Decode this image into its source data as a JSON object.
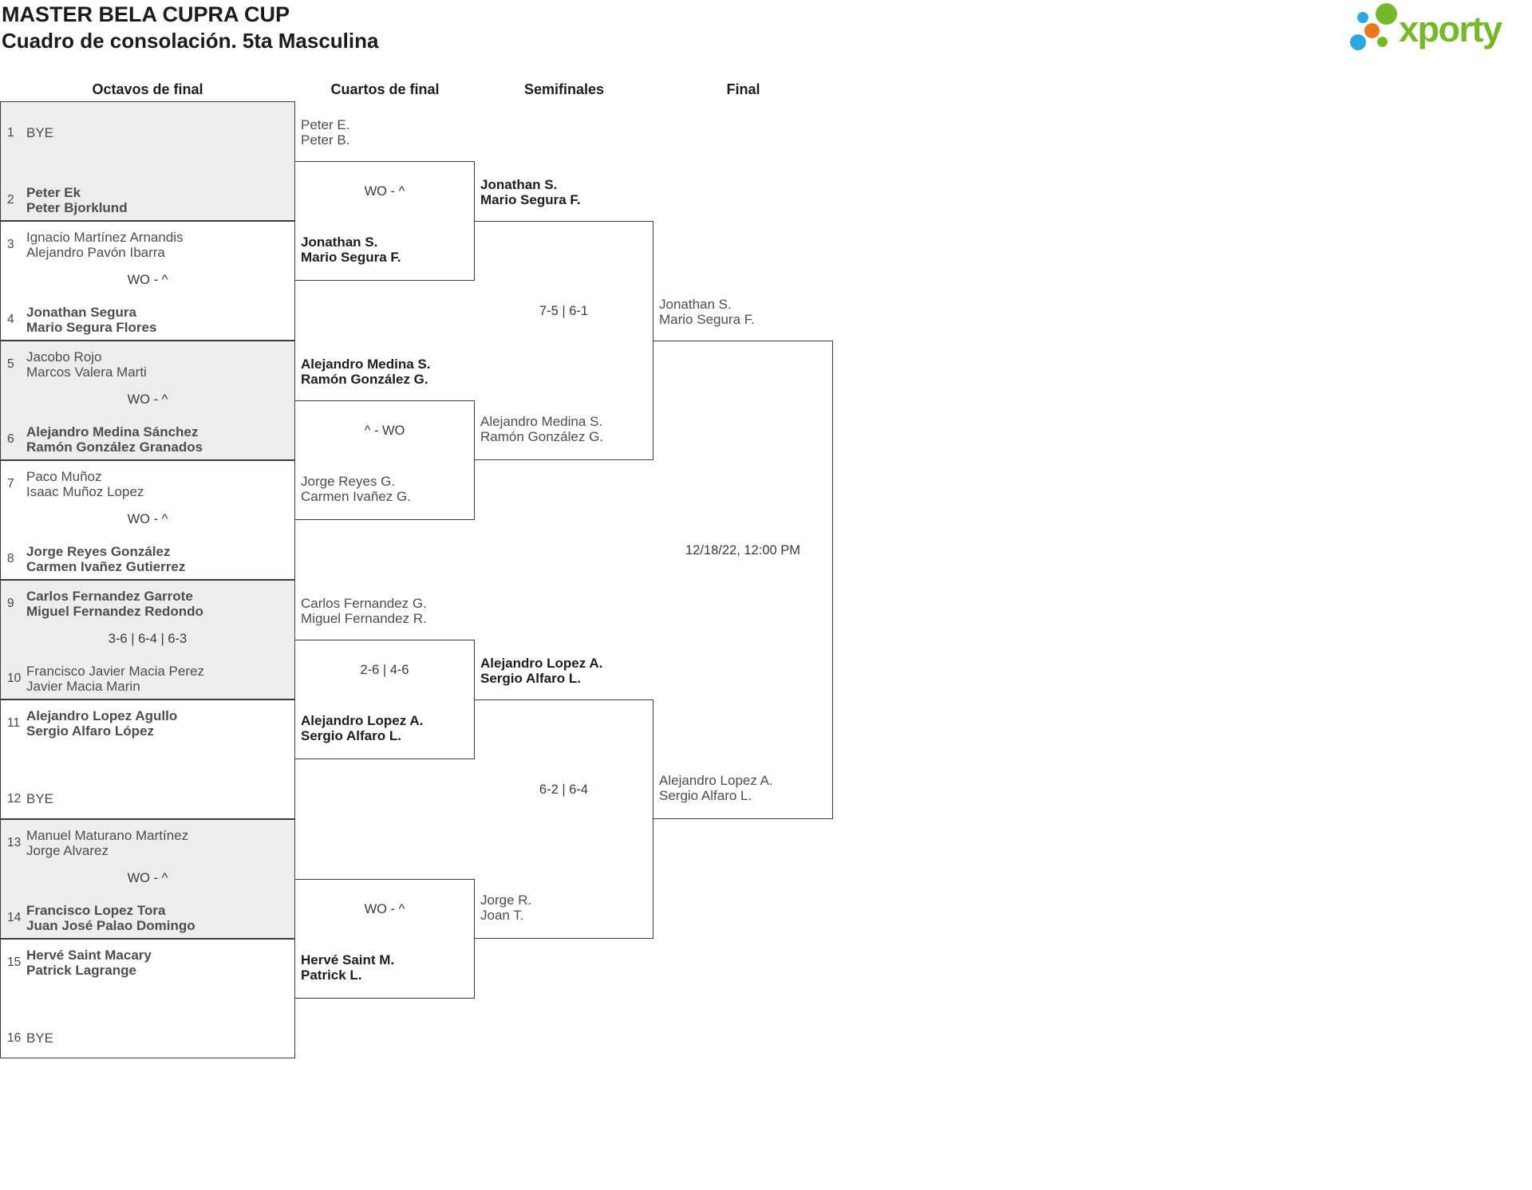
{
  "header": {
    "title": "MASTER BELA CUPRA CUP",
    "subtitle": "Cuadro de consolación. 5ta Masculina"
  },
  "logo": {
    "brand": "xporty",
    "colors": {
      "green": "#76b82a",
      "blue": "#2ba9e0",
      "orange": "#e8791d"
    }
  },
  "round_headers": [
    "Octavos de final",
    "Cuartos de final",
    "Semifinales",
    "Final"
  ],
  "round1": {
    "matches": [
      {
        "top": {
          "num": "1",
          "lines": [
            "BYE",
            ""
          ]
        },
        "score": "",
        "bottom": {
          "num": "2",
          "lines": [
            "Peter Ek",
            "Peter Bjorklund"
          ]
        }
      },
      {
        "top": {
          "num": "3",
          "lines": [
            "Ignacio Martínez Arnandis",
            "Alejandro Pavón Ibarra"
          ]
        },
        "score": "WO - ^",
        "bottom": {
          "num": "4",
          "lines": [
            "Jonathan Segura",
            "Mario Segura Flores"
          ]
        }
      },
      {
        "top": {
          "num": "5",
          "lines": [
            "Jacobo Rojo",
            "Marcos Valera Marti"
          ]
        },
        "score": "WO - ^",
        "bottom": {
          "num": "6",
          "lines": [
            "Alejandro Medina Sánchez",
            "Ramón González Granados"
          ]
        }
      },
      {
        "top": {
          "num": "7",
          "lines": [
            "Paco Muñoz",
            "Isaac Muñoz Lopez"
          ]
        },
        "score": "WO - ^",
        "bottom": {
          "num": "8",
          "lines": [
            "Jorge Reyes González",
            "Carmen Ivañez Gutierrez"
          ]
        }
      },
      {
        "top": {
          "num": "9",
          "lines": [
            "Carlos Fernandez Garrote",
            "Miguel Fernandez Redondo"
          ]
        },
        "score": "3-6 | 6-4 | 6-3",
        "bottom": {
          "num": "10",
          "lines": [
            "Francisco Javier Macia Perez",
            "Javier Macia Marin"
          ]
        }
      },
      {
        "top": {
          "num": "11",
          "lines": [
            "Alejandro Lopez Agullo",
            "Sergio Alfaro López"
          ]
        },
        "score": "",
        "bottom": {
          "num": "12",
          "lines": [
            "BYE",
            ""
          ]
        }
      },
      {
        "top": {
          "num": "13",
          "lines": [
            "Manuel Maturano Martínez",
            "Jorge Alvarez"
          ]
        },
        "score": "WO - ^",
        "bottom": {
          "num": "14",
          "lines": [
            "Francisco Lopez Tora",
            "Juan José Palao Domingo"
          ]
        }
      },
      {
        "top": {
          "num": "15",
          "lines": [
            "Hervé Saint Macary",
            "Patrick Lagrange"
          ]
        },
        "score": "",
        "bottom": {
          "num": "16",
          "lines": [
            "BYE",
            ""
          ]
        }
      }
    ]
  },
  "round2": [
    {
      "top": [
        "Peter E.",
        "Peter B."
      ],
      "score": "WO - ^",
      "bottom": [
        "Jonathan S.",
        "Mario Segura F."
      ]
    },
    {
      "top": [
        "Alejandro Medina S.",
        "Ramón González G."
      ],
      "score": "^ - WO",
      "bottom": [
        "Jorge Reyes G.",
        "Carmen Ivañez G."
      ]
    },
    {
      "top": [
        "Carlos Fernandez G.",
        "Miguel Fernandez R."
      ],
      "score": "2-6 | 4-6",
      "bottom": [
        "Alejandro Lopez A.",
        "Sergio Alfaro L."
      ]
    },
    {
      "top": [
        "",
        ""
      ],
      "score": "WO - ^",
      "bottom": [
        "Hervé Saint M.",
        "Patrick L."
      ]
    }
  ],
  "semifinals": [
    {
      "top": [
        "Jonathan S.",
        "Mario Segura F."
      ],
      "score": "7-5 | 6-1",
      "bottom": [
        "Alejandro Medina S.",
        "Ramón González G."
      ]
    },
    {
      "top": [
        "Alejandro Lopez A.",
        "Sergio Alfaro L."
      ],
      "score": "6-2 | 6-4",
      "bottom": [
        "Jorge R.",
        "Joan T."
      ]
    }
  ],
  "final": {
    "top": [
      "Jonathan S.",
      "Mario Segura F."
    ],
    "schedule": "12/18/22, 12:00 PM",
    "bottom": [
      "Alejandro Lopez A.",
      "Sergio Alfaro L."
    ]
  }
}
